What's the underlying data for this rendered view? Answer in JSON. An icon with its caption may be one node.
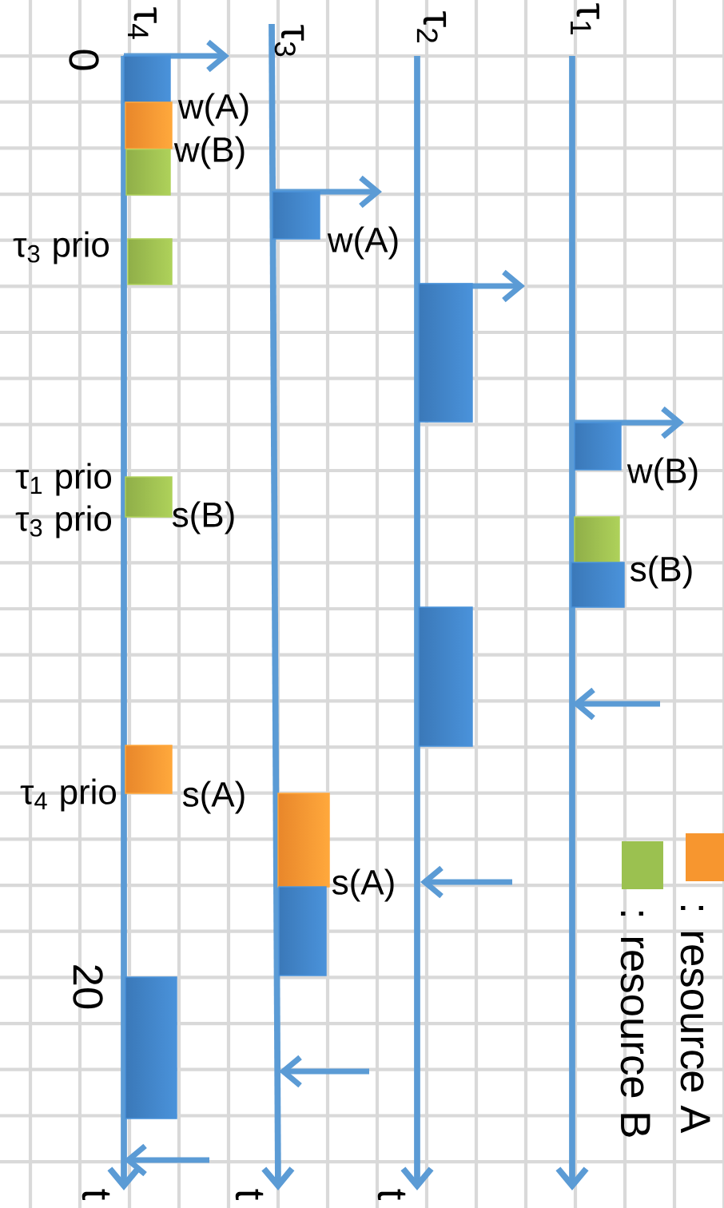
{
  "diagram": {
    "nodes": [
      {
        "text": [],
        "shape": "bar"
      },
      {
        "text": [],
        "shape": "bar",
        "beside": [
          "w(A)"
        ]
      },
      {
        "text": [],
        "shape": "bar",
        "beside": [
          "w(B)"
        ]
      },
      {
        "text": [],
        "shape": "bar",
        "beside": [
          "w(A)"
        ]
      },
      {
        "text": [],
        "shape": "bar",
        "beside": [
          "τ$_{3}$ prio"
        ]
      },
      {
        "text": [],
        "shape": "bar"
      },
      {
        "text": [],
        "shape": "bar",
        "beside": [
          "w(B)"
        ]
      },
      {
        "text": [],
        "shape": "bar",
        "beside": [
          "τ$_{1}$ prio",
          "τ$_{3}$ prio",
          "s(B)"
        ]
      },
      {
        "text": [],
        "shape": "bar"
      },
      {
        "text": [],
        "shape": "bar",
        "beside": [
          "s(B)"
        ]
      },
      {
        "text": [],
        "shape": "bar"
      },
      {
        "text": [],
        "shape": "bar",
        "beside": [
          "τ$_{4}$ prio",
          "s(A)"
        ]
      },
      {
        "text": [],
        "shape": "bar",
        "beside": [
          "s(A)"
        ]
      },
      {
        "text": [],
        "shape": "bar"
      },
      {
        "text": [],
        "shape": "bar"
      }
    ],
    "labels": [
      "τ$_{4}$",
      "τ$_{3}$",
      "τ$_{2}$",
      "τ$_{1}$",
      "0",
      "20",
      "t",
      "t",
      "t"
    ],
    "legend": [
      {
        "text": ": resource A",
        "color": "#f7962f"
      },
      {
        "text": ": resource B",
        "color": "#9bc150"
      }
    ]
  }
}
